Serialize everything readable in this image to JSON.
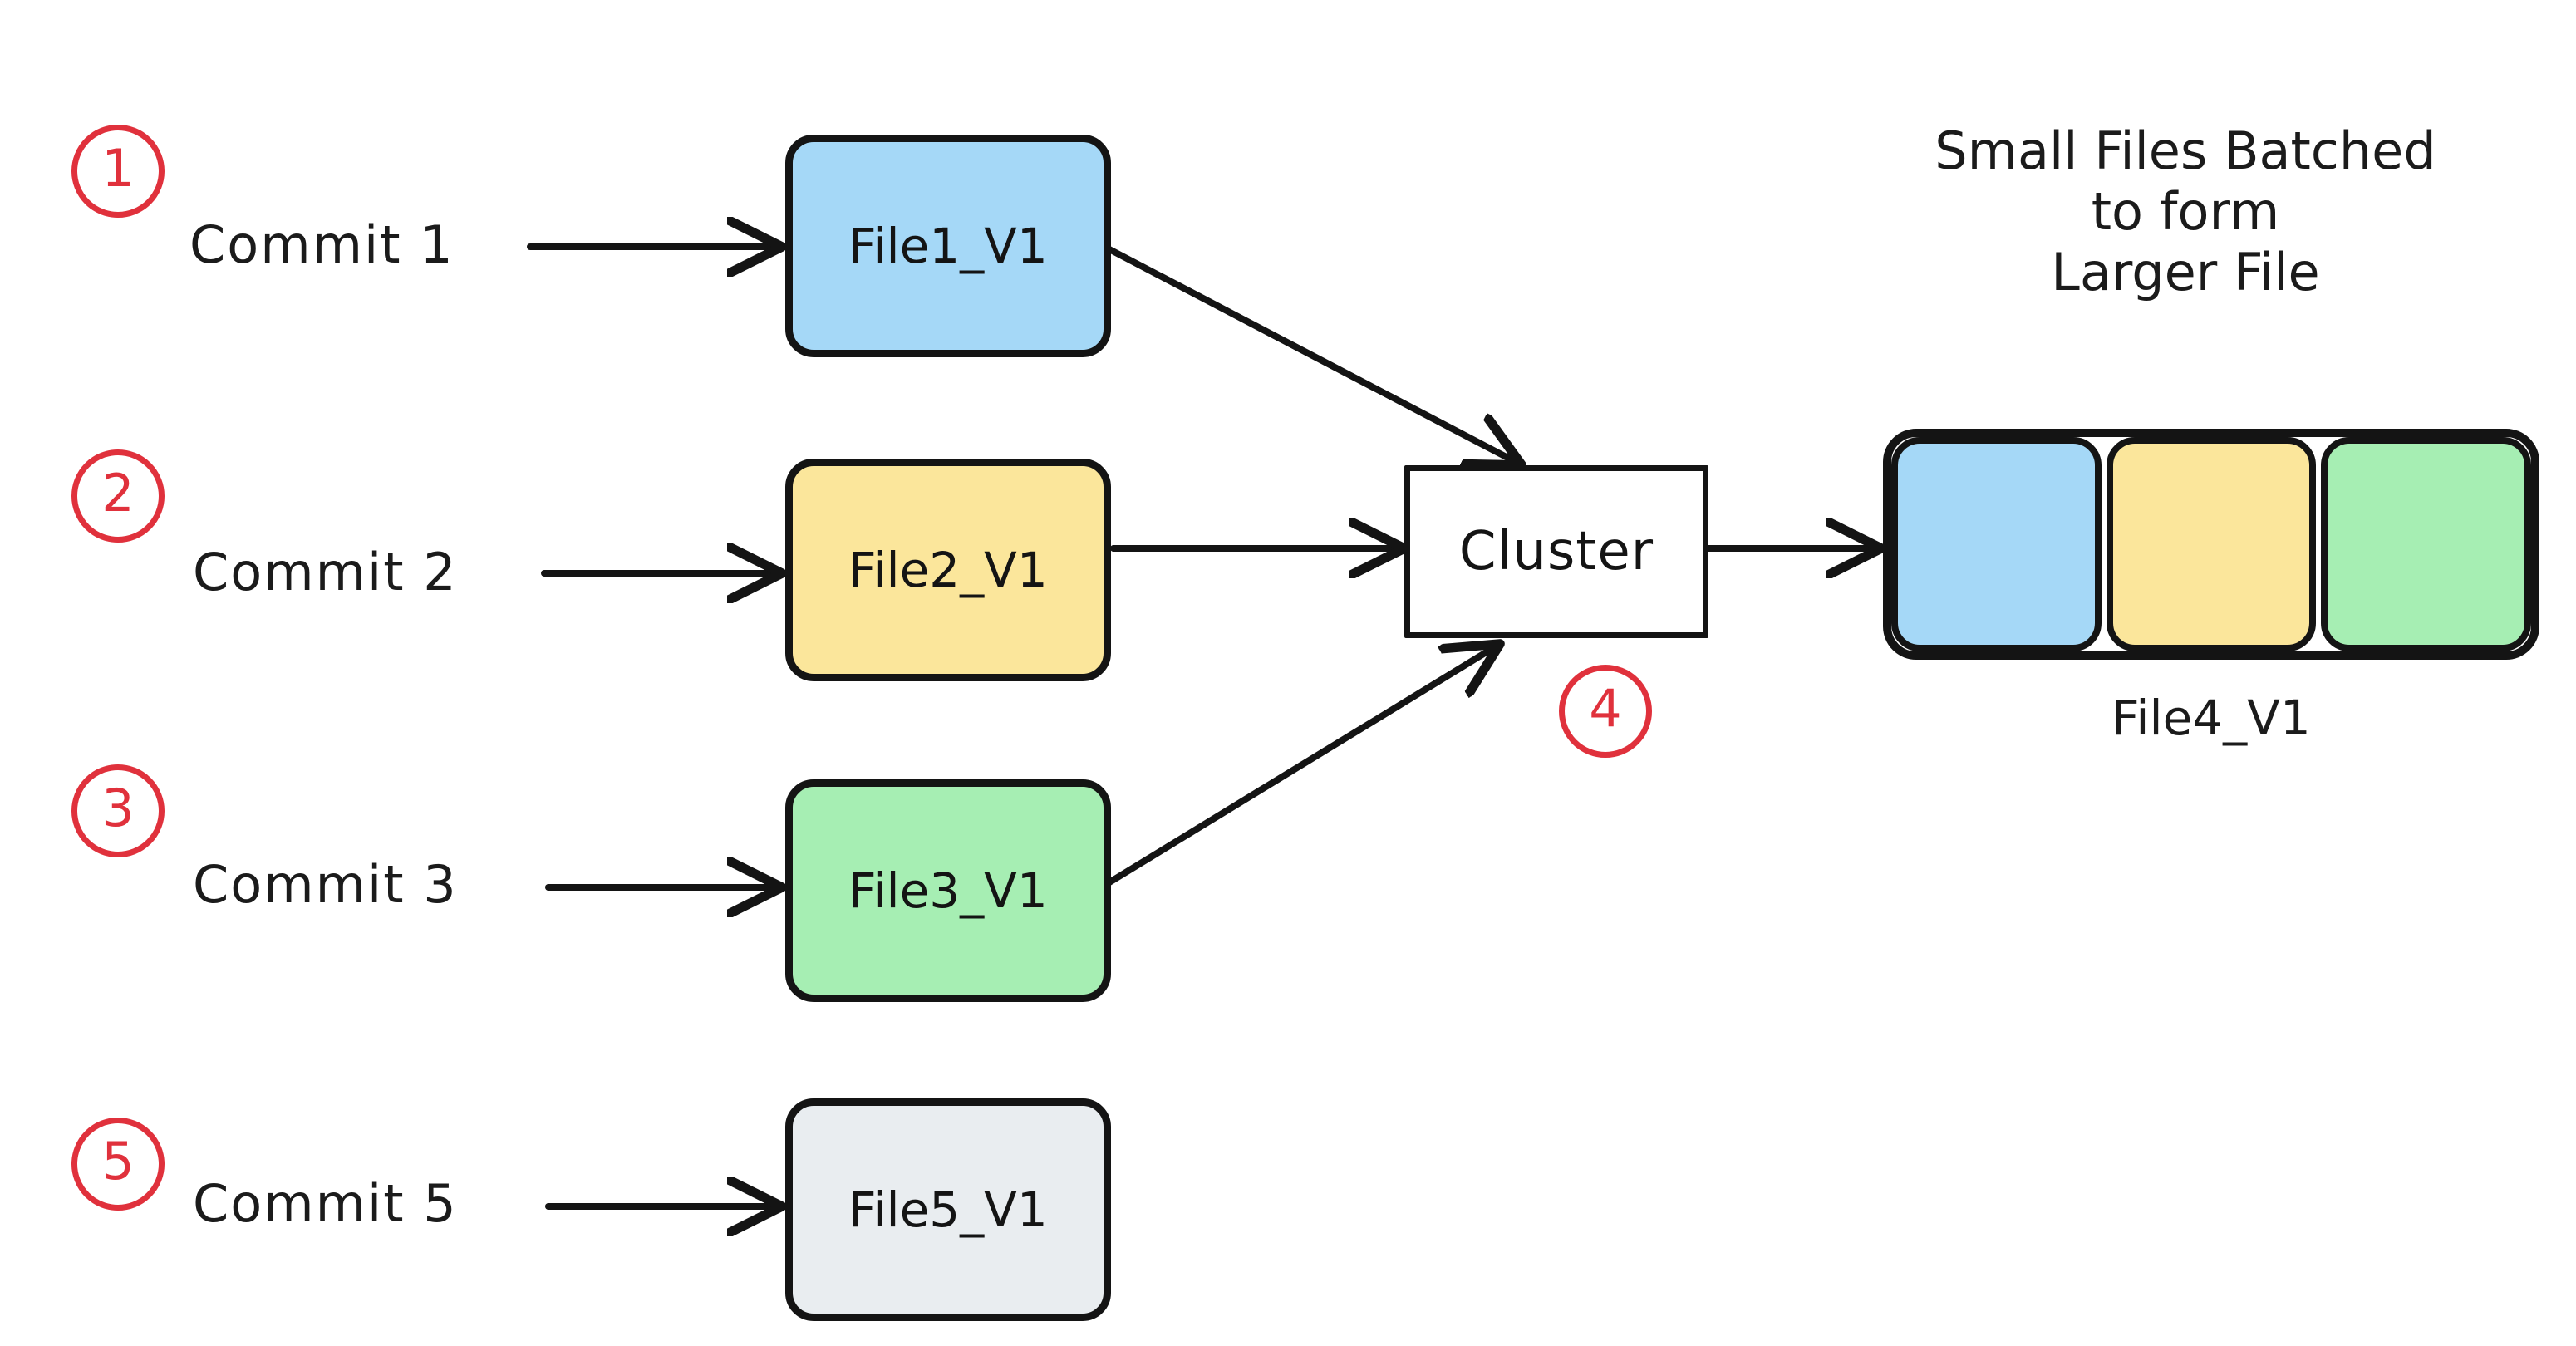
{
  "diagram": {
    "title": "Small Files Batched to Form Larger File",
    "background_color": "#ffffff",
    "stroke_color": "#141414",
    "badge_color": "#e0313c"
  },
  "annotation": {
    "line1": "Small Files Batched",
    "line2": "to form",
    "line3": "Larger File"
  },
  "steps": [
    {
      "number": "1",
      "commit_label": "Commit 1",
      "file_label": "File1_V1",
      "fill": "#a5d8f7"
    },
    {
      "number": "2",
      "commit_label": "Commit 2",
      "file_label": "File2_V1",
      "fill": "#fbe69b"
    },
    {
      "number": "3",
      "commit_label": "Commit 3",
      "file_label": "File3_V1",
      "fill": "#a6eeb3"
    },
    {
      "number": "5",
      "commit_label": "Commit 5",
      "file_label": "File5_V1",
      "fill": "#e9edf0"
    }
  ],
  "cluster": {
    "number": "4",
    "label": "Cluster"
  },
  "batched_file": {
    "caption": "File4_V1",
    "segments": [
      {
        "name": "segment-blue",
        "fill": "#a5d8f7"
      },
      {
        "name": "segment-yellow",
        "fill": "#fbe69b"
      },
      {
        "name": "segment-green",
        "fill": "#a6eeb3"
      }
    ]
  }
}
